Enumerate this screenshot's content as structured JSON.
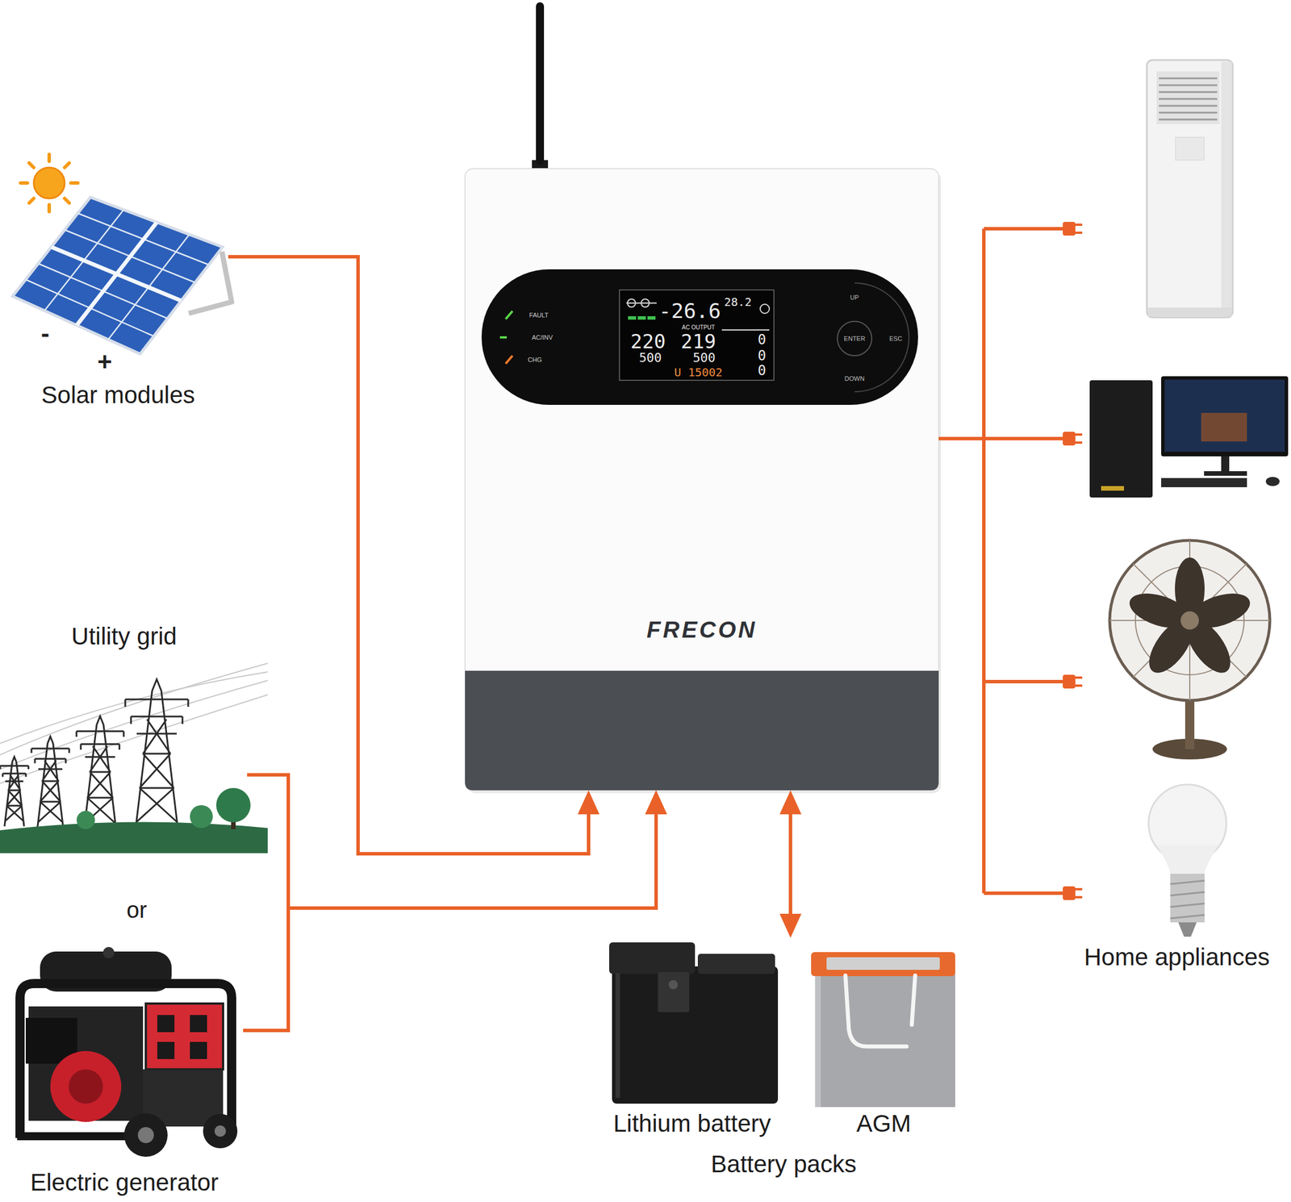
{
  "diagram": {
    "nodes": [
      {
        "text": [
          "Solar modules"
        ]
      },
      {
        "text": [
          "FRECON"
        ]
      },
      {
        "text": [
          "Utility grid"
        ]
      },
      {
        "text": [
          "Electric generator"
        ]
      },
      {
        "text": [
          "Battery packs"
        ]
      },
      {
        "text": [
          "Lithium battery"
        ],
        "in": 4
      },
      {
        "text": [
          "AGM"
        ],
        "in": 4
      },
      {
        "text": [
          "Home appliances"
        ]
      }
    ],
    "edges": [
      {
        "from": 0,
        "to": 1,
        "arrow": "to"
      },
      {
        "from": 2,
        "to": 1,
        "arrow": "to"
      },
      {
        "from": 3,
        "to": 1,
        "arrow": "to"
      },
      {
        "from": 1,
        "to": 4,
        "arrow": "both"
      },
      {
        "from": 1,
        "to": 7,
        "arrow": "none"
      }
    ],
    "labels": [
      "-",
      "+",
      "FAULT",
      "AC/INV",
      "CHG",
      "28.2",
      "-26.6",
      "AC OUTPUT",
      "220",
      "500",
      "219",
      "500",
      "0",
      "0",
      "0",
      "U 15002",
      "UP",
      "ENTER",
      "ESC",
      "DOWN",
      "or"
    ]
  }
}
